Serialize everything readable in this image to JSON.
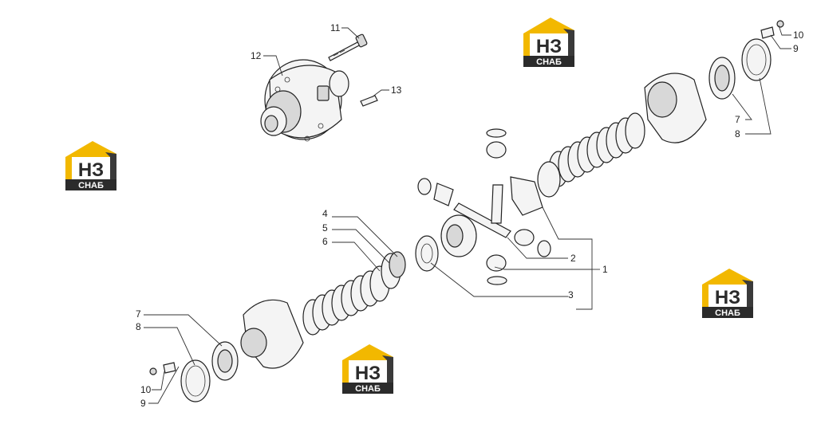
{
  "callouts": {
    "c1": "1",
    "c2": "2",
    "c3": "3",
    "c4": "4",
    "c5": "5",
    "c6": "6",
    "c7_left": "7",
    "c8_left": "8",
    "c9_left": "9",
    "c10_left": "10",
    "c7_right": "7",
    "c8_right": "8",
    "c9_right": "9",
    "c10_right": "10",
    "c11": "11",
    "c12": "12",
    "c13": "13"
  },
  "watermark": {
    "letters": "НЗ",
    "word": "СНАБ",
    "colors": {
      "roof": "#f2b800",
      "letters": "#2b2b2b",
      "band": "#2b2b2b",
      "word": "#ffffff",
      "frame": "#3a3a3a"
    }
  }
}
